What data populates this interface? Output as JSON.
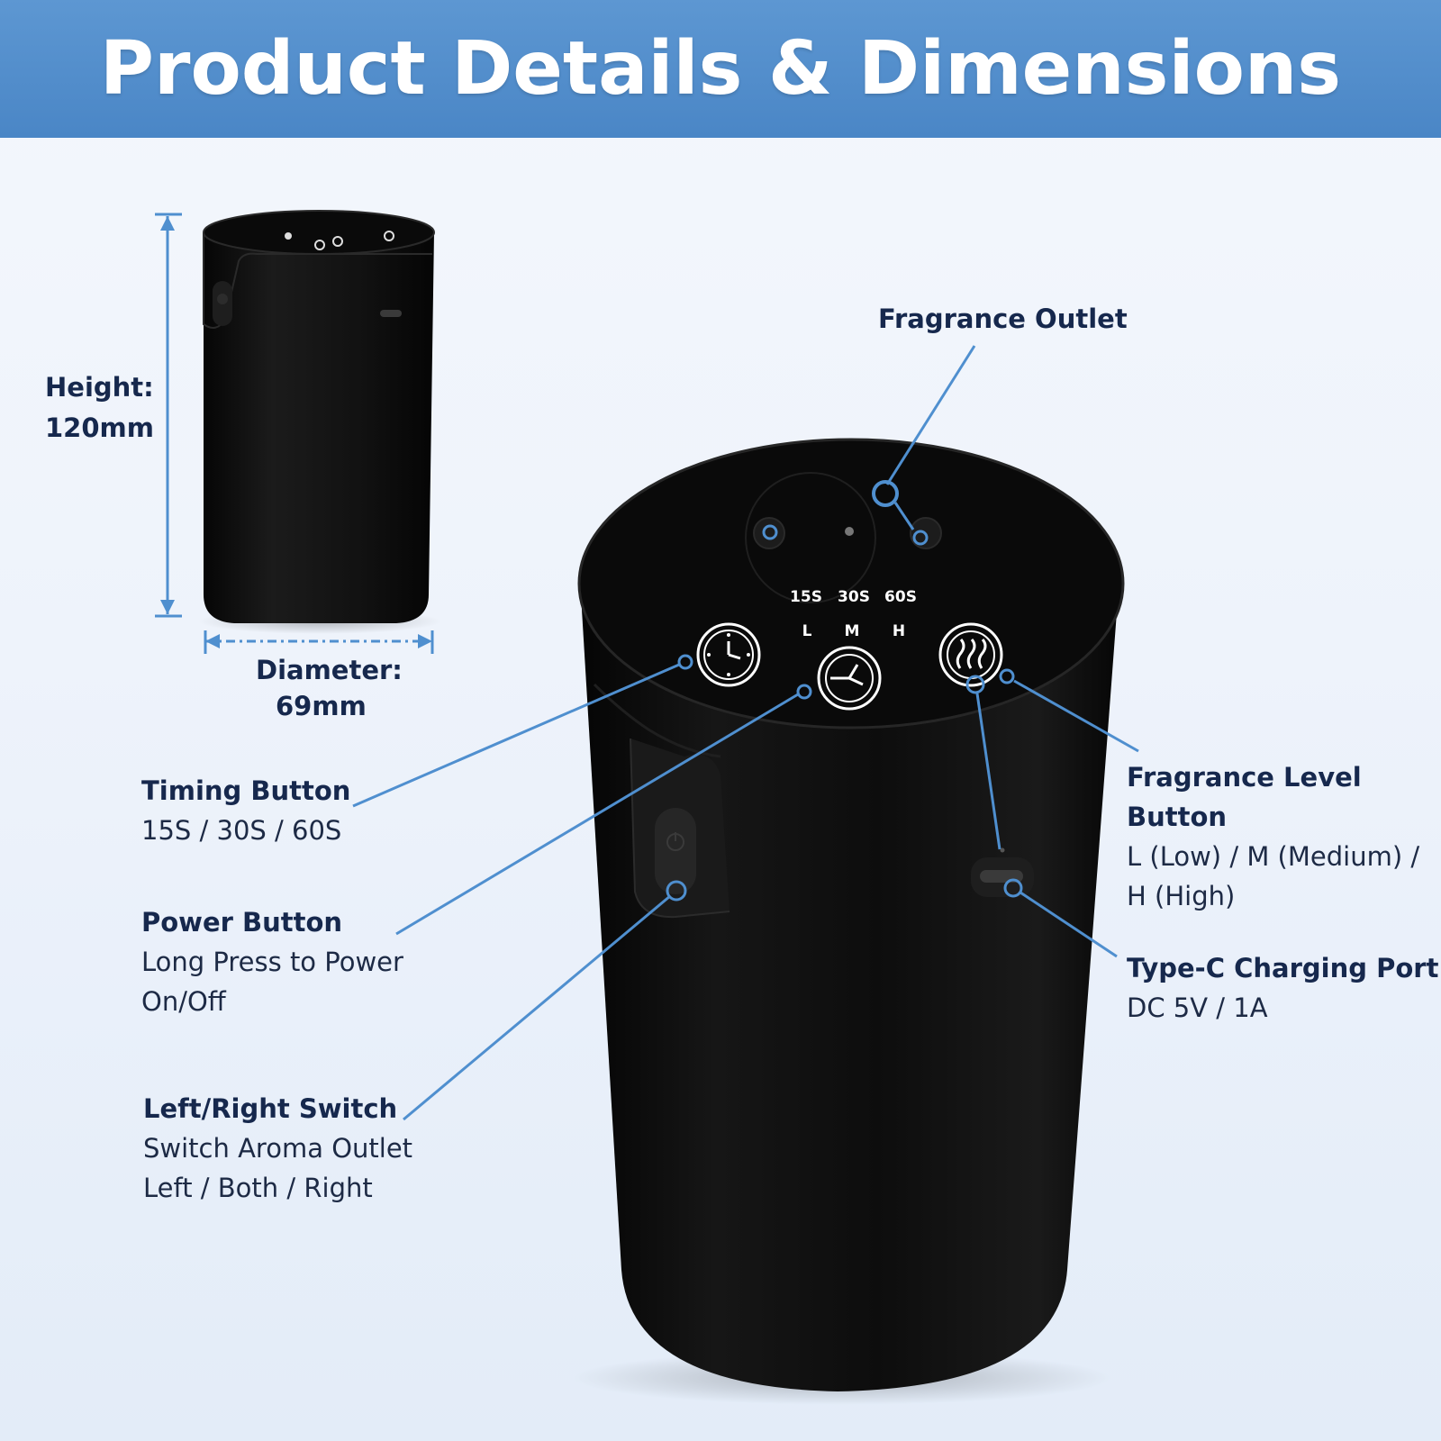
{
  "title": "Product Details & Dimensions",
  "dimensions": {
    "height_label": "Height:",
    "height_value": "120mm",
    "diameter_label": "Diameter:",
    "diameter_value": "69mm"
  },
  "callouts": {
    "fragrance_outlet": {
      "title": "Fragrance Outlet"
    },
    "timing_button": {
      "title": "Timing Button",
      "desc": "15S / 30S / 60S"
    },
    "power_button": {
      "title": "Power Button",
      "desc": "Long Press to Power\nOn/Off"
    },
    "switch": {
      "title": "Left/Right Switch",
      "desc": "Switch Aroma Outlet\nLeft / Both / Right"
    },
    "fragrance_level": {
      "title": "Fragrance Level Button",
      "desc": "L (Low) / M (Medium) /\nH (High)"
    },
    "charging_port": {
      "title": "Type-C Charging Port",
      "desc": "DC 5V / 1A"
    }
  },
  "panel": {
    "timings": [
      "15S",
      "30S",
      "60S"
    ],
    "levels": [
      "L",
      "M",
      "H"
    ]
  },
  "colors": {
    "header": "#4a86c6",
    "accent_line": "#4f8fcf",
    "text": "#16284d",
    "device": "#0b0b0b"
  },
  "icons": [
    "clock-icon",
    "timer-icon",
    "fragrance-wave-icon",
    "power-icon",
    "usb-c-port-icon"
  ]
}
